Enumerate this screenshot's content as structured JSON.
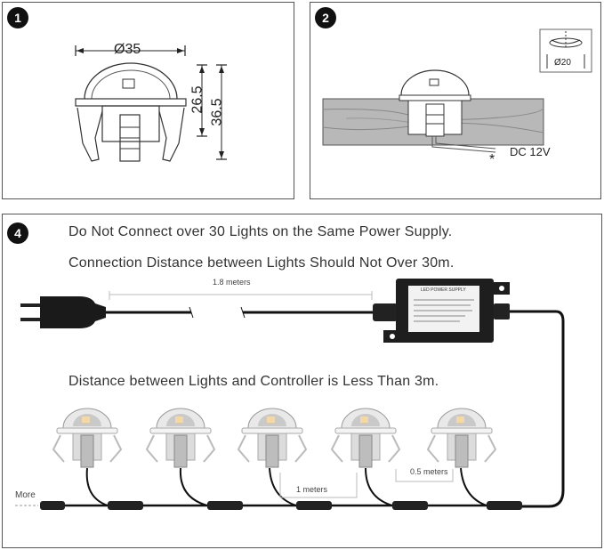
{
  "panel1": {
    "number": "1",
    "diameter_label": "Ø35",
    "height_inner_label": "26.5",
    "height_outer_label": "36.5"
  },
  "panel2": {
    "number": "2",
    "hole_label": "Ø20",
    "voltage_label": "DC 12V",
    "asterisk": "*"
  },
  "panel4": {
    "number": "4",
    "line1": "Do Not Connect over 30 Lights on the Same Power Supply.",
    "line2": "Connection Distance between Lights Should Not Over 30m.",
    "line3": "Distance between Lights and Controller is Less Than 3m.",
    "cable_length_label": "1.8 meters",
    "psu_title": "LED POWER SUPPLY",
    "light_spacing_label": "1 meters",
    "light_end_label": "0.5 meters",
    "more_label": "More",
    "light_count": 5
  }
}
